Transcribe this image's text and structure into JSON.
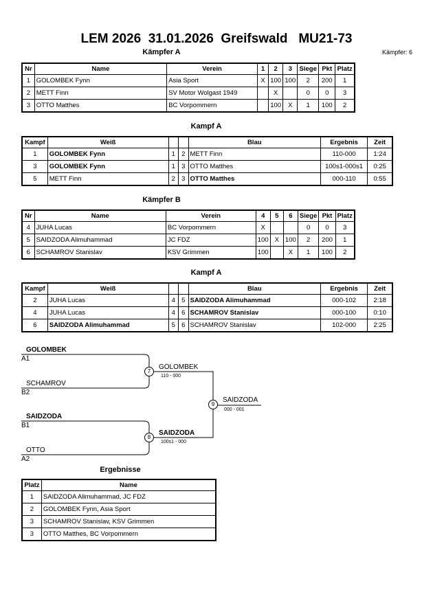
{
  "title": "LEM 2026  31.01.2026  Greifswald   MU21-73",
  "kaempfer_count": "Kämpfer: 6",
  "pool_a": {
    "heading": "Kämpfer A",
    "headers": [
      "Nr",
      "Name",
      "Verein",
      "1",
      "2",
      "3",
      "Siege",
      "Pkt",
      "Platz"
    ],
    "rows": [
      [
        "1",
        "GOLOMBEK Fynn",
        "Asia Sport",
        "X",
        "100",
        "100",
        "2",
        "200",
        "1"
      ],
      [
        "2",
        "METT Finn",
        "SV Motor Wolgast 1949",
        "",
        "X",
        "",
        "0",
        "0",
        "3"
      ],
      [
        "3",
        "OTTO Matthes",
        "BC Vorpommern",
        "",
        "100",
        "X",
        "1",
        "100",
        "2"
      ]
    ]
  },
  "kampf_a1": {
    "heading": "Kampf A",
    "headers": [
      "Kampf",
      "Weiß",
      "",
      "",
      "Blau",
      "Ergebnis",
      "Zeit"
    ],
    "rows": [
      {
        "cells": [
          "1",
          "GOLOMBEK Fynn",
          "1",
          "2",
          "METT Finn",
          "110-000",
          "1:24"
        ],
        "winner": "w"
      },
      {
        "cells": [
          "3",
          "GOLOMBEK Fynn",
          "1",
          "3",
          "OTTO Matthes",
          "100s1-000s1",
          "0:25"
        ],
        "winner": "w"
      },
      {
        "cells": [
          "5",
          "METT Finn",
          "2",
          "3",
          "OTTO Matthes",
          "000-110",
          "0:55"
        ],
        "winner": "b"
      }
    ]
  },
  "pool_b": {
    "heading": "Kämpfer B",
    "headers": [
      "Nr",
      "Name",
      "Verein",
      "4",
      "5",
      "6",
      "Siege",
      "Pkt",
      "Platz"
    ],
    "rows": [
      [
        "4",
        "JUHA Lucas",
        "BC Vorpommern",
        "X",
        "",
        "",
        "0",
        "0",
        "3"
      ],
      [
        "5",
        "SAIDZODA Alimuhammad",
        "JC FDZ",
        "100",
        "X",
        "100",
        "2",
        "200",
        "1"
      ],
      [
        "6",
        "SCHAMROV Stanislav",
        "KSV Grimmen",
        "100",
        "",
        "X",
        "1",
        "100",
        "2"
      ]
    ]
  },
  "kampf_a2": {
    "heading": "Kampf A",
    "headers": [
      "Kampf",
      "Weiß",
      "",
      "",
      "Blau",
      "Ergebnis",
      "Zeit"
    ],
    "rows": [
      {
        "cells": [
          "2",
          "JUHA Lucas",
          "4",
          "5",
          "SAIDZODA Alimuhammad",
          "000-102",
          "2:18"
        ],
        "winner": "b"
      },
      {
        "cells": [
          "4",
          "JUHA Lucas",
          "4",
          "6",
          "SCHAMROV Stanislav",
          "000-100",
          "0:10"
        ],
        "winner": "b"
      },
      {
        "cells": [
          "6",
          "SAIDZODA Alimuhammad",
          "5",
          "6",
          "SCHAMROV Stanislav",
          "102-000",
          "2:25"
        ],
        "winner": "w"
      }
    ]
  },
  "bracket": {
    "p_a1": "GOLOMBEK",
    "l_a1": "A1",
    "p_b2": "SCHAMROV",
    "l_b2": "B2",
    "p_b1": "SAIDZODA",
    "l_b1": "B1",
    "p_a2": "OTTO",
    "l_a2": "A2",
    "f7": "7",
    "w7": "GOLOMBEK",
    "s7": "110 - 000",
    "f8": "8",
    "w8": "SAIDZODA",
    "s8": "100s1 - 000",
    "f9": "9",
    "w9": "SAIDZODA",
    "s9": "000 - 001"
  },
  "ergebnisse": {
    "heading": "Ergebnisse",
    "headers": [
      "Platz",
      "Name"
    ],
    "rows": [
      [
        "1",
        "SAIDZODA Alimuhammad, JC FDZ"
      ],
      [
        "2",
        "GOLOMBEK Fynn, Asia Sport"
      ],
      [
        "3",
        "SCHAMROV Stanislav, KSV Grimmen"
      ],
      [
        "3",
        "OTTO Matthes, BC Vorpommern"
      ]
    ]
  }
}
